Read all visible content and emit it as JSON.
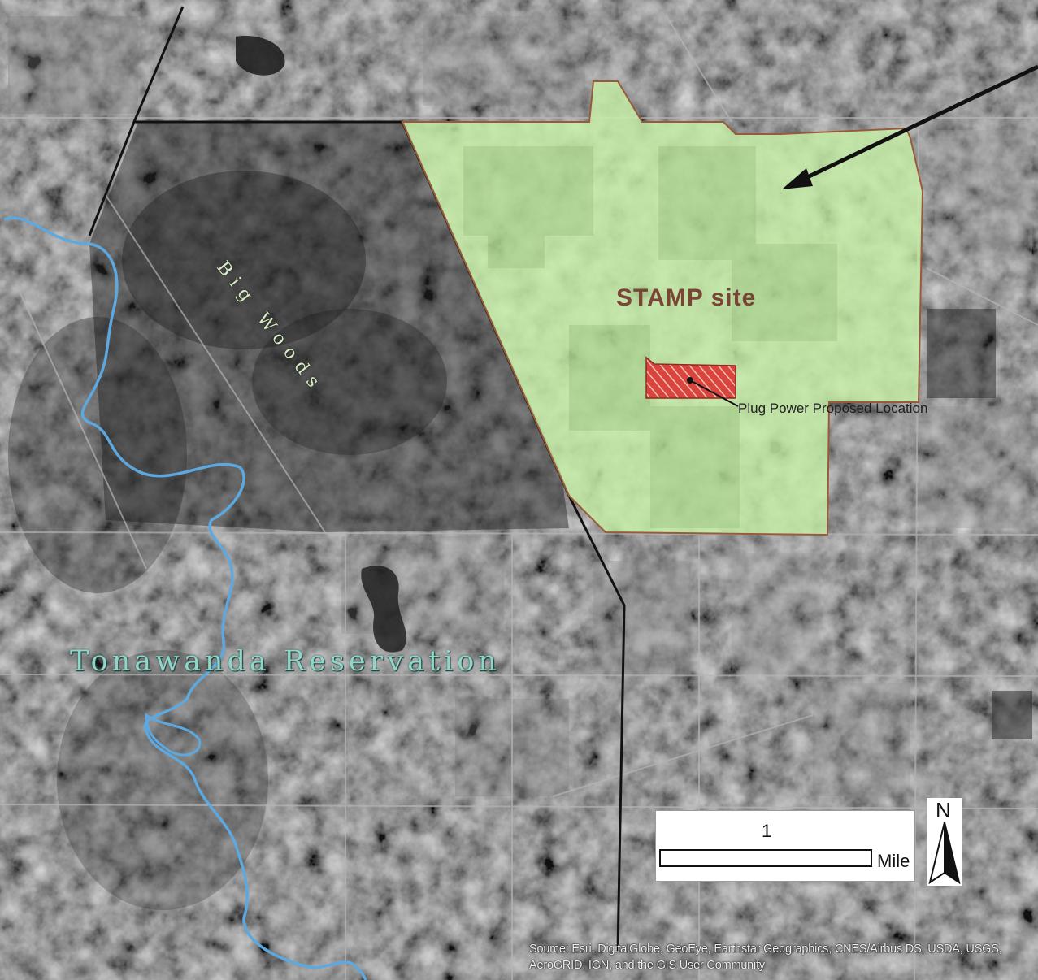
{
  "map": {
    "labels": {
      "stamp_site": "STAMP site",
      "plug_power": "Plug Power Proposed Location",
      "reservation": "Tonawanda Reservation",
      "big_woods": "Big Woods"
    },
    "scale": {
      "value": "1",
      "unit": "Mile"
    },
    "north": "N",
    "source": "Source: Esri, DigitalGlobe, GeoEye, Earthstar Geographics, CNES/Airbus DS, USDA, USGS, AeroGRID, IGN, and the GIS User Community",
    "colors": {
      "stamp_fill": "#c8f0a8",
      "stamp_outline": "#9a5a3a",
      "plug_power_hatch": "#d9453d",
      "river": "#5ea8e0",
      "boundary": "#111111",
      "imagery": "#4f4f4f"
    },
    "icons": [
      "north-arrow-icon",
      "pointer-arrow-icon"
    ]
  }
}
